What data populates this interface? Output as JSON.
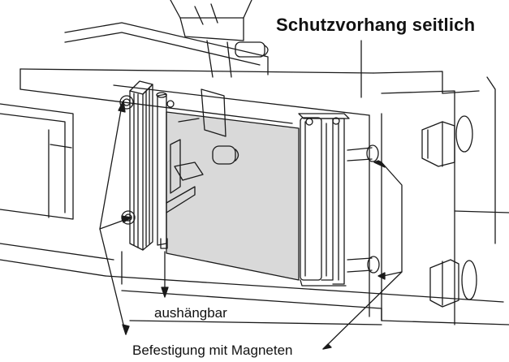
{
  "labels": {
    "title": "Schutzvorhang seitlich",
    "detachable": "aushängbar",
    "magnet_mount": "Befestigung mit Magneten"
  },
  "colors": {
    "line": "#1a1a1a",
    "curtain_fill": "#d9d9d9",
    "background": "#ffffff"
  }
}
